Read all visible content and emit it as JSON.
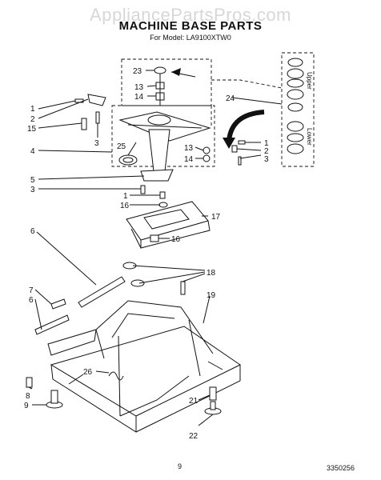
{
  "watermark": "AppliancePartsPros.com",
  "title": "MACHINE BASE PARTS",
  "model": "For Model: LA9100XTW0",
  "page_number": "9",
  "document_number": "3350256",
  "side_labels": {
    "upper": "Upper",
    "lower": "Lower"
  },
  "callouts": {
    "c1a": "1",
    "c2a": "2",
    "c15": "15",
    "c3a": "3",
    "c4": "4",
    "c25": "25",
    "c23": "23",
    "c13a": "13",
    "c14a": "14",
    "c24": "24",
    "c13b": "13",
    "c14b": "14",
    "c1b": "1",
    "c2b": "2",
    "c3b": "3",
    "c5": "5",
    "c3c": "3",
    "c1c": "1",
    "c16a": "16",
    "c17": "17",
    "c16b": "16",
    "c6a": "6",
    "c18": "18",
    "c7": "7",
    "c6b": "6",
    "c19": "19",
    "c26": "26",
    "c8": "8",
    "c9": "9",
    "c21": "21",
    "c22": "22"
  }
}
